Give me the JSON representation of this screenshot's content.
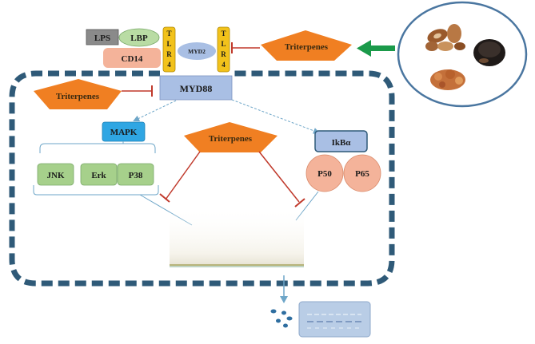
{
  "receptors": {
    "lps": "LPS",
    "lbp": "LBP",
    "cd14": "CD14",
    "tlr4_letters": [
      "T",
      "L",
      "R",
      "4"
    ],
    "myd2": "MYD2"
  },
  "adaptor": {
    "myd88": "MYD88"
  },
  "mapk_branch": {
    "mapk": "MAPK",
    "jnk": "JNK",
    "erk": "Erk",
    "p38": "P38"
  },
  "nfkb_branch": {
    "ikba": "IkBα",
    "p50": "P50",
    "p65": "P65"
  },
  "inhibitor": {
    "label": "Triterpenes"
  },
  "colors": {
    "pentagon": "#f07f22",
    "cell_border": "#2f5a78",
    "receptor_gold": "#f2c21b",
    "green_box": "#a6d08b",
    "salmon": "#f4b39a",
    "blue_box": "#a9bfe4",
    "mapk_blue": "#2fa6e3",
    "inhibit_red": "#c0392b",
    "arrow_green": "#1b9a4a",
    "arrow_blue": "#6ea6c8"
  }
}
